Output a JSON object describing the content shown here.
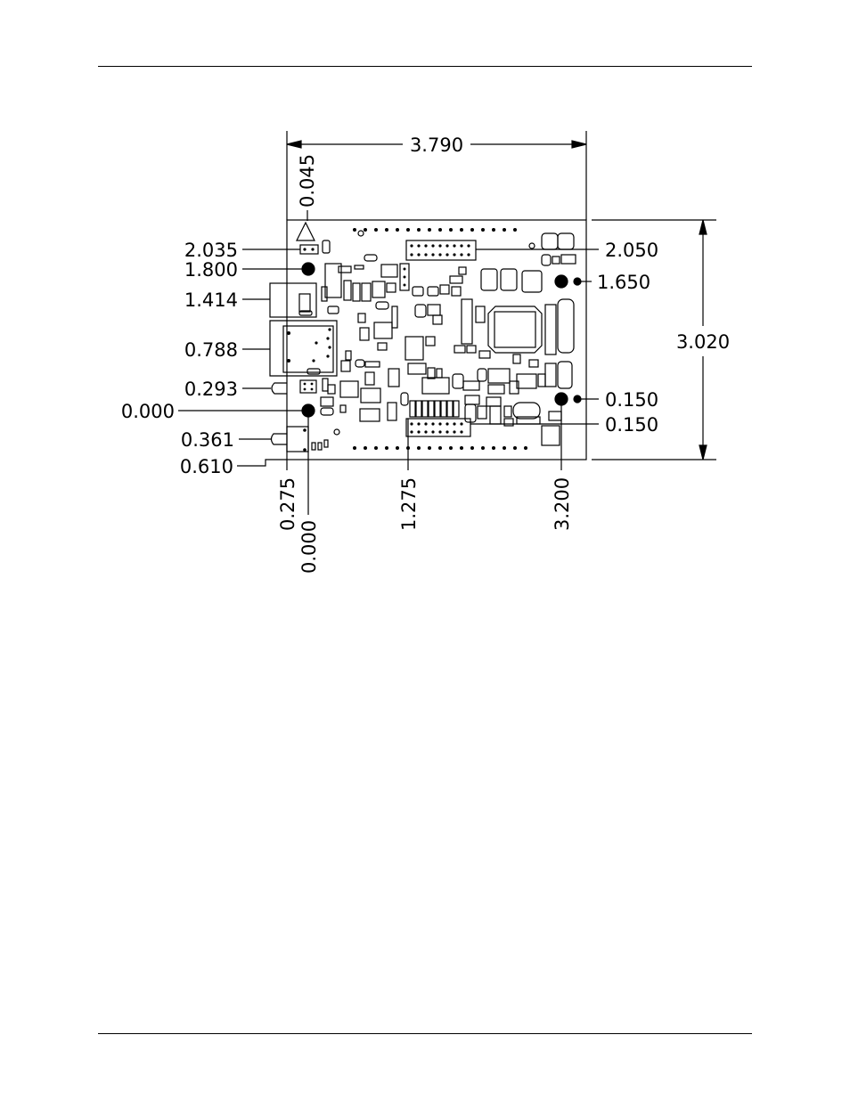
{
  "colors": {
    "ink": "#000000",
    "paper": "#ffffff"
  },
  "dimensions": {
    "width": "3.790",
    "height": "3.020",
    "offset_045": "0.045",
    "left": [
      "2.035",
      "1.800",
      "1.414",
      "0.788",
      "0.293",
      "0.000",
      "0.361",
      "0.610"
    ],
    "right": [
      "2.050",
      "1.650",
      "0.150",
      "0.150"
    ],
    "bottom": [
      "0.275",
      "0.000",
      "1.275",
      "3.200"
    ]
  }
}
